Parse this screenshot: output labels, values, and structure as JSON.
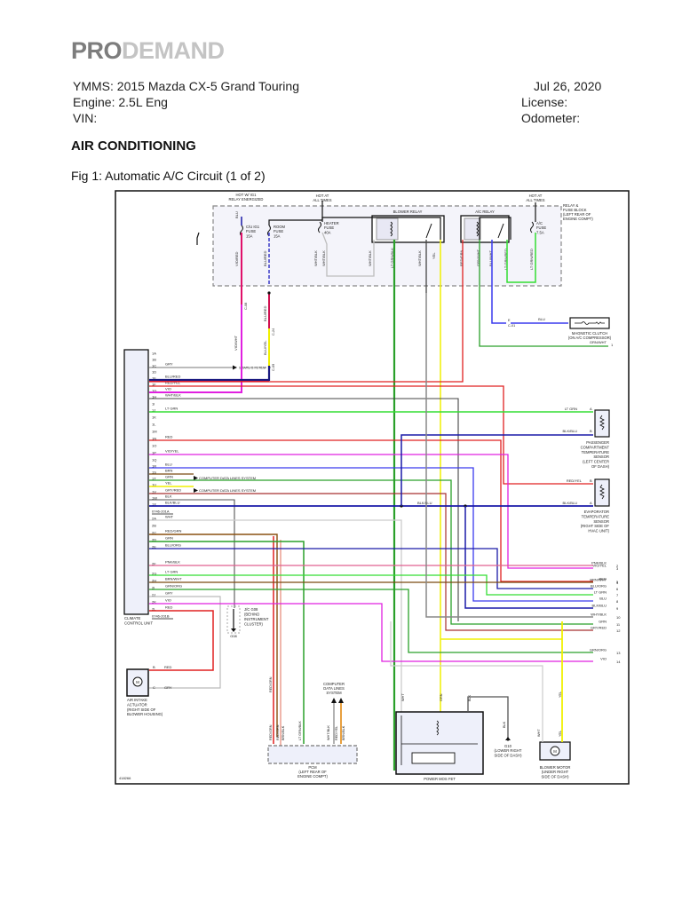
{
  "header": {
    "logo_pro": "PRO",
    "logo_demand": "DEMAND",
    "ymms": "YMMS:  2015 Mazda CX-5 Grand Touring",
    "engine": "Engine: 2.5L Eng",
    "vin": "VIN:",
    "date": "Jul 26, 2020",
    "license": "License:",
    "odometer": "Odometer:"
  },
  "section_title": "AIR CONDITIONING",
  "figure_caption": "Fig 1: Automatic A/C Circuit (1 of 2)",
  "diagram": {
    "figure_id": "418266",
    "top_labels": {
      "hot_ig1": [
        "HOT W/ IG1",
        "RELAY ENERGIZED"
      ],
      "hot_all_1": [
        "HOT AT",
        "ALL TIMES"
      ],
      "hot_all_2": [
        "HOT AT",
        "ALL TIMES"
      ],
      "relay_block": [
        "RELAY &",
        "FUSE BLOCK",
        "(LEFT REAR OF",
        "ENGINE COMPT)"
      ]
    },
    "fuses": {
      "cu_ig1": [
        "C/U IG1",
        "FUSE",
        "15A"
      ],
      "room": [
        "ROOM",
        "FUSE",
        "15A"
      ],
      "heater": [
        "HEATER",
        "FUSE",
        "40A"
      ],
      "ac": [
        "A/C",
        "FUSE",
        "7.5A"
      ]
    },
    "relays": {
      "blower": "BLOWER RELAY",
      "ac": "A/C RELAY"
    },
    "vertical_wire_labels": {
      "blu": "BLU",
      "vio_red": "VIO/RED",
      "blu_red": "BLU/RED",
      "wht_blk_1": "WHT/BLK",
      "wht_blk_2": "WHT/BLK",
      "wht_blk_3": "WHT/BLK",
      "lt_grn_blk": "LT GRN/BLK",
      "wht_blk_4": "WHT/BLK",
      "yel": "YEL",
      "red_grn": "RED/GRN",
      "grn_wht": "GRN/WHT",
      "blu_wht": "BLU/WHT",
      "lt_grn_red_1": "LT GRN/RED",
      "lt_grn_red_2": "LT GRN/RED",
      "vio_wht": "VIO/WHT",
      "blu_yel": "BLU/YEL"
    },
    "connectors": {
      "c_left": "C-08",
      "c_mid": "C-24",
      "c_low": "C-09",
      "c_clutch": "C-01"
    },
    "ccu_pins": [
      {
        "pin": "1A",
        "wire": ""
      },
      {
        "pin": "1B",
        "wire": ""
      },
      {
        "pin": "1C",
        "wire": "GRY"
      },
      {
        "pin": "1D",
        "wire": ""
      },
      {
        "pin": "1E",
        "wire": "BLU/RED"
      },
      {
        "pin": "1F",
        "wire": "RED/YEL"
      },
      {
        "pin": "1G",
        "wire": "VIO"
      },
      {
        "pin": "1H",
        "wire": "WHT/BLK"
      },
      {
        "pin": "1I",
        "wire": ""
      },
      {
        "pin": "1J",
        "wire": "LT GRN"
      },
      {
        "pin": "1K",
        "wire": ""
      },
      {
        "pin": "1L",
        "wire": ""
      },
      {
        "pin": "1M",
        "wire": ""
      },
      {
        "pin": "1N",
        "wire": "RED"
      },
      {
        "pin": "1O",
        "wire": ""
      },
      {
        "pin": "1P",
        "wire": "VIO/YEL"
      },
      {
        "pin": "1Q",
        "wire": ""
      },
      {
        "pin": "1R",
        "wire": "BLU"
      },
      {
        "pin": "1S",
        "wire": "BRN"
      },
      {
        "pin": "1T",
        "wire": "GRN"
      },
      {
        "pin": "1U",
        "wire": "YEL"
      },
      {
        "pin": "1V",
        "wire": "GRY/RED"
      },
      {
        "pin": "1W",
        "wire": "BLK"
      },
      {
        "pin": "1X",
        "wire": "BLK/BLU"
      },
      {
        "pin": "CONN-A",
        "wire": "0746-201A"
      },
      {
        "pin": "2A",
        "wire": "WHT"
      },
      {
        "pin": "2B",
        "wire": ""
      },
      {
        "pin": "2C",
        "wire": "RED/GRN"
      },
      {
        "pin": "2D",
        "wire": "GRN"
      },
      {
        "pin": "2E",
        "wire": "BLU/ORG"
      },
      {
        "pin": "2F",
        "wire": "PNK/BLK"
      },
      {
        "pin": "2G",
        "wire": "LT GRN"
      },
      {
        "pin": "2H",
        "wire": "BRN/WHT"
      },
      {
        "pin": "2I",
        "wire": "GRN/ORG"
      },
      {
        "pin": "2J",
        "wire": "GRY"
      },
      {
        "pin": "2K",
        "wire": "VIO"
      },
      {
        "pin": "2L",
        "wire": "RED"
      },
      {
        "pin": "CONN-B",
        "wire": "0746-201B"
      }
    ],
    "arrow_labels": {
      "seats": "SEATS SYSTEM",
      "cdl1": "COMPUTER DATA LINES SYSTEM",
      "cdl2": "COMPUTER DATA LINES SYSTEM",
      "cdl3": [
        "COMPUTER",
        "DATA LINES",
        "SYSTEM"
      ]
    },
    "components": {
      "ccu": [
        "CLIMATE",
        "CONTROL UNIT"
      ],
      "clutch": [
        "MAGNETIC CLUTCH",
        "(ON A/C COMPRESSOR)"
      ],
      "passenger_sensor": [
        "PASSENGER",
        "COMPARTMENT",
        "TEMPERATURE",
        "SENSOR",
        "(LEFT CENTER",
        "OF DASH)"
      ],
      "evap_sensor": [
        "EVAPORATOR",
        "TEMPERATURE",
        "SENSOR",
        "(RIGHT SIDE OF",
        "HVAC UNIT)"
      ],
      "jc": [
        "J/C G08",
        "(BEHIND",
        "INSTRUMENT",
        "CLUSTER)"
      ],
      "jc_ground": "G08",
      "air_intake": [
        "AIR INTAKE",
        "ACTUATOR",
        "(RIGHT SIDE OF",
        "BLOWER HOUSING)"
      ],
      "pcm": [
        "PCM",
        "(LEFT REAR OF",
        "ENGINE COMPT)"
      ],
      "mosfet": "POWER MOS FET",
      "g_right": [
        "G10",
        "(LOWER RIGHT",
        "SIDE OF DASH)"
      ],
      "blower_motor": [
        "BLOWER MOTOR",
        "(UNDER RIGHT",
        "SIDE OF DASH)"
      ]
    },
    "sensor_wires": {
      "clutch_wire": "BLU",
      "pass_a": "LT GRN",
      "pass_b": "BLK/BLU",
      "evap_b": "RED/YEL",
      "evap_a": "BLK/BLU",
      "mid_blkblu": "BLK/BLU",
      "actuator_b": "RED",
      "actuator_c": "GRY",
      "grn_wht_1": "GRN/WHT"
    },
    "right_wires": [
      {
        "label": "GRN/WHT",
        "num": "1"
      },
      {
        "label": "PNK/BLK",
        "num": "2"
      },
      {
        "label": "VIO/YEL",
        "num": "3"
      },
      {
        "label": "BRN/WHT",
        "num": "4"
      },
      {
        "label": "RED",
        "num": "5"
      },
      {
        "label": "BLU/ORG",
        "num": "6"
      },
      {
        "label": "LT GRN",
        "num": "7"
      },
      {
        "label": "BLU",
        "num": "8"
      },
      {
        "label": "BLK/BLU",
        "num": "9"
      },
      {
        "label": "WHT/BLK",
        "num": "10"
      },
      {
        "label": "GRN",
        "num": "11"
      },
      {
        "label": "GRY/RED",
        "num": "12"
      },
      {
        "label": "GRN/ORG",
        "num": "13"
      },
      {
        "label": "VIO",
        "num": "14"
      }
    ],
    "pcm_wires": [
      "RED/GRN",
      "RED/GRN",
      "BRN/BLK",
      "LT GRN/BLK",
      "WHT/BLK",
      "RED/YEL",
      "BRN/BLK"
    ],
    "mosfet_wires": [
      "WHT",
      "GRN",
      "BLK"
    ],
    "motor_wires": [
      "WHT",
      "YEL",
      "YEL",
      "BLK"
    ],
    "colors": {
      "red": "#e02020",
      "green": "#2aa02a",
      "ltgreen": "#33dd33",
      "blue": "#1a1aa8",
      "ltblue": "#3a3aee",
      "violet": "#e020e0",
      "pink": "#e06090",
      "yellow": "#f0f000",
      "brown": "#7a4a10",
      "gray": "#bdbdbd",
      "dkgray": "#555555",
      "black": "#111111"
    }
  }
}
